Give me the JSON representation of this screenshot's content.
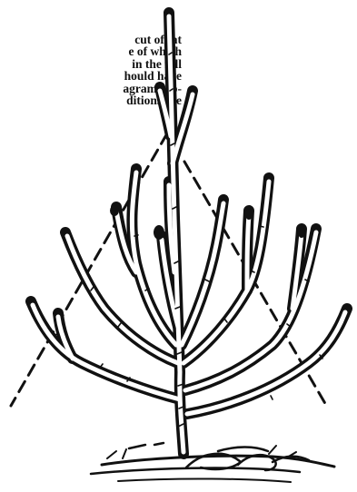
{
  "caption": {
    "lines": [
      "cut off at",
      "e of which",
      "in the fall",
      "hould have",
      "agram rep-",
      "ditions are"
    ]
  },
  "figure": {
    "ink_color": "#111111",
    "paper_color": "#ffffff"
  }
}
